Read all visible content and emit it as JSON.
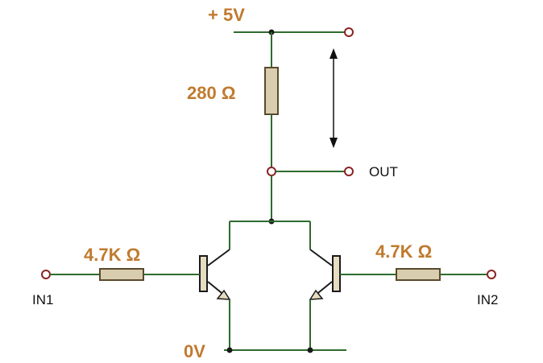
{
  "labels": {
    "supply": "+ 5V",
    "r_top": "280 Ω",
    "output": "OUT",
    "r_left": "4.7K Ω",
    "r_right": "4.7K Ω",
    "in1": "IN1",
    "in2": "IN2",
    "ground": "0V"
  },
  "colors": {
    "wire": "#2f6b2f",
    "wire_accent": "#b23a3a",
    "resistor_fill": "#d9cdb0",
    "resistor_stroke": "#5a4a2a",
    "transistor": "#1a1a1a",
    "transistor_fill": "#e6dcc0",
    "label_orange": "#c07a2e",
    "terminal": "#8b2222"
  }
}
